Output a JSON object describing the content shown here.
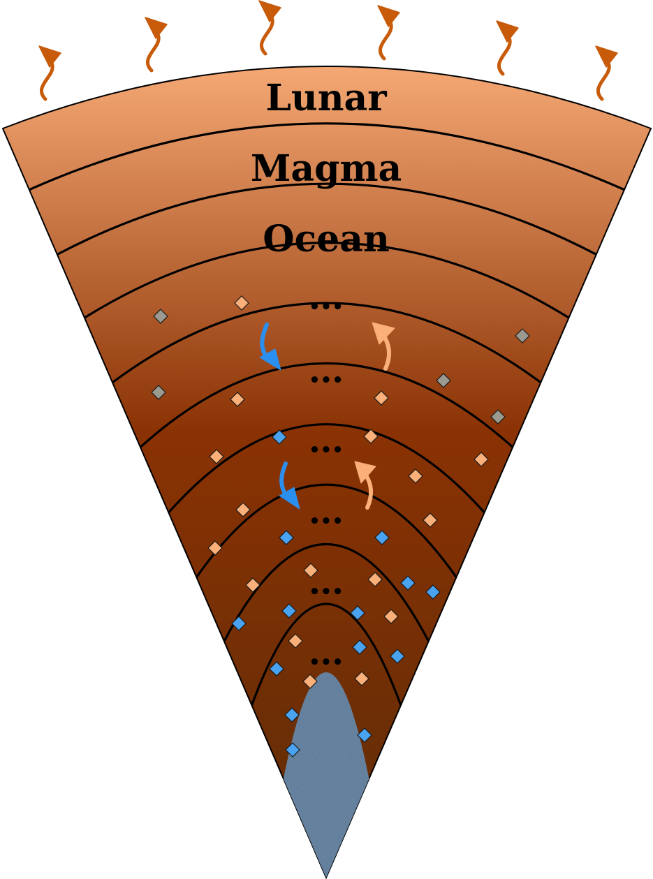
{
  "title_lines": [
    "Lunar",
    "Magma",
    "Ocean"
  ],
  "ellipsis": "•••",
  "colors": {
    "gradient_top": "#f5a874",
    "gradient_mid": "#8a3204",
    "gradient_bottom": "#5e2c06",
    "core": "#4a6b8c",
    "layer_line": "#000000",
    "heat_arrow": "#c75b0a",
    "mineral_orange": "#fbb07a",
    "mineral_blue": "#4aa3f0",
    "mineral_gray": "#9a9a90",
    "arrow_blue": "#2b8ff0",
    "arrow_orange": "#fbb07a"
  },
  "legend": []
}
